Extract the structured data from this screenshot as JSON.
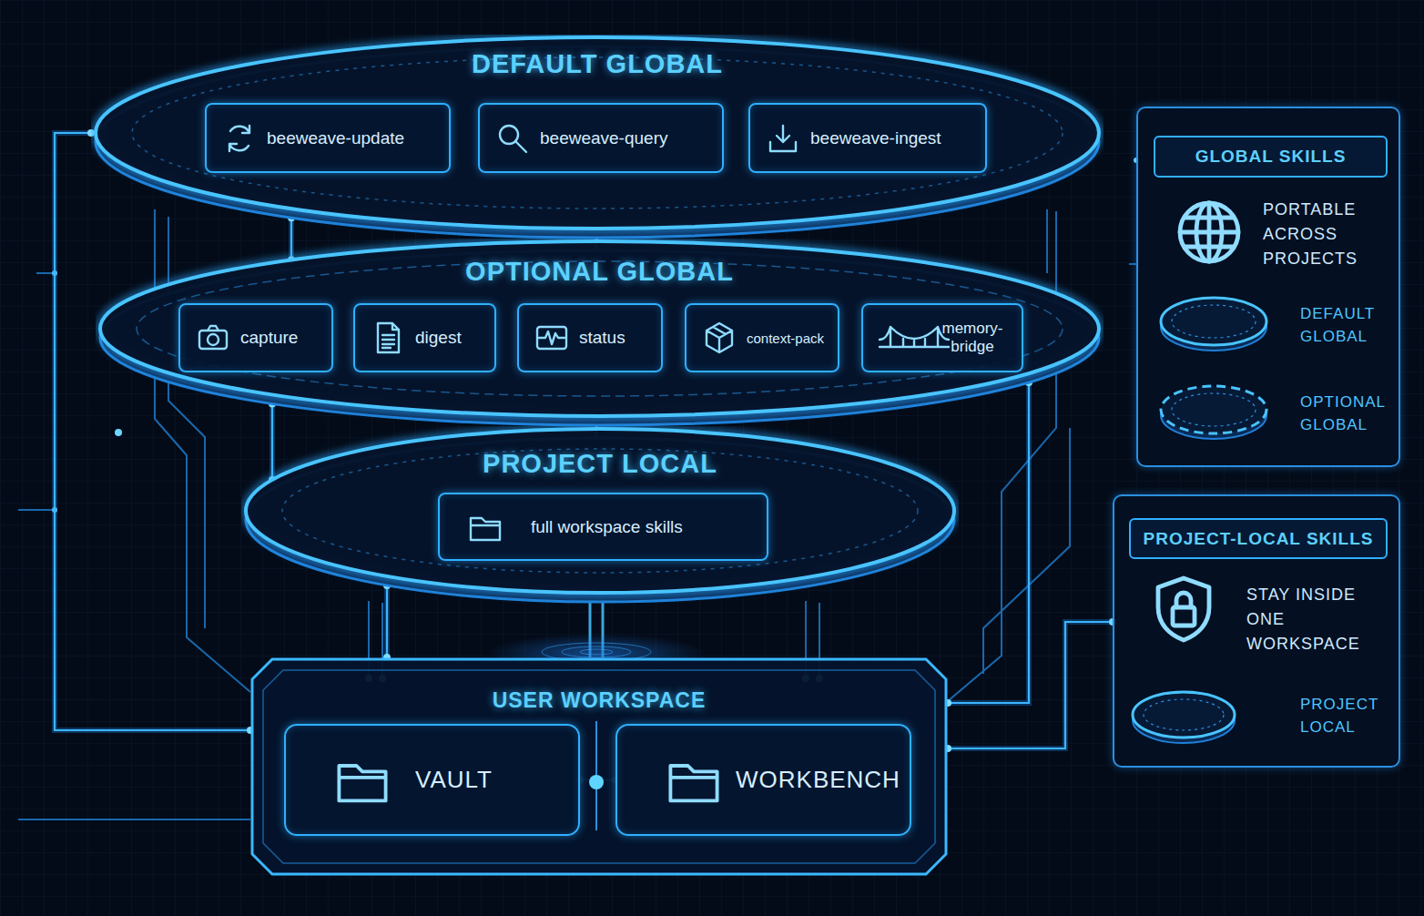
{
  "diagram": {
    "nodes": [
      {
        "text": [
          "DEFAULT GLOBAL"
        ]
      },
      {
        "text": [
          "beeweave-update"
        ],
        "in": 0
      },
      {
        "text": [
          "beeweave-query"
        ],
        "in": 0
      },
      {
        "text": [
          "beeweave-ingest"
        ],
        "in": 0
      },
      {
        "text": [
          "OPTIONAL GLOBAL"
        ]
      },
      {
        "text": [
          "capture"
        ],
        "in": 4
      },
      {
        "text": [
          "digest"
        ],
        "in": 4
      },
      {
        "text": [
          "status"
        ],
        "in": 4
      },
      {
        "text": [
          "context-pack"
        ],
        "in": 4
      },
      {
        "text": [
          "memory-bridge"
        ],
        "in": 4
      },
      {
        "text": [
          "PROJECT LOCAL"
        ]
      },
      {
        "text": [
          "full workspace skills"
        ],
        "in": 10
      },
      {
        "text": [
          "USER WORKSPACE"
        ]
      },
      {
        "text": [
          "VAULT"
        ],
        "in": 12
      },
      {
        "text": [
          "WORKBENCH"
        ],
        "in": 12
      },
      {
        "text": [
          "GLOBAL SKILLS",
          "PORTABLE ACROSS PROJECTS"
        ]
      },
      {
        "text": [
          "PROJECT-LOCAL SKILLS",
          "STAY INSIDE ONE WORKSPACE"
        ]
      }
    ],
    "edges": [
      {
        "from": 0,
        "to": 4,
        "arrow": "none"
      },
      {
        "from": 4,
        "to": 10,
        "arrow": "none"
      },
      {
        "from": 10,
        "to": 12,
        "arrow": "none"
      },
      {
        "from": 0,
        "to": 12,
        "arrow": "none"
      },
      {
        "from": 4,
        "to": 12,
        "arrow": "none"
      },
      {
        "from": 13,
        "to": 14,
        "arrow": "none"
      },
      {
        "from": 16,
        "to": 12,
        "arrow": "none"
      }
    ],
    "legend": [
      {
        "text": "DEFAULT GLOBAL"
      },
      {
        "text": "OPTIONAL GLOBAL"
      },
      {
        "text": "PROJECT LOCAL"
      }
    ]
  }
}
